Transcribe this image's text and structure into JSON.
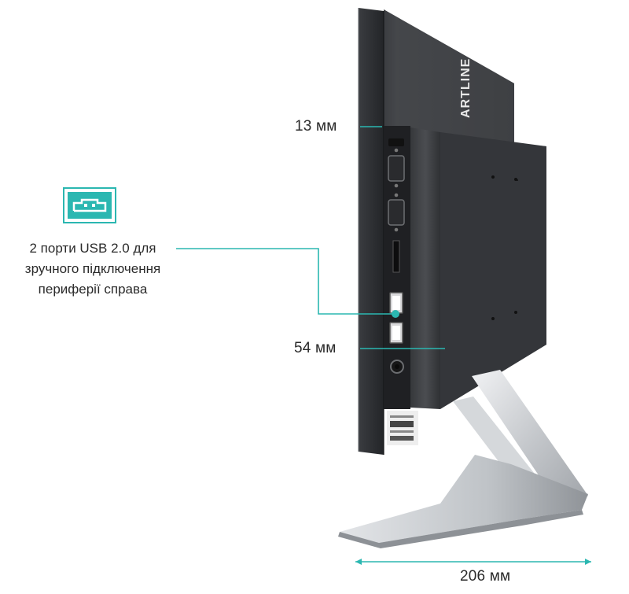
{
  "callout": {
    "lines": [
      "2 порти USB 2.0 для",
      "зручного підключення",
      "периферії справа"
    ],
    "icon": "usb-port-icon",
    "accent_color": "#2bb7b1"
  },
  "dimensions": {
    "bezel_depth": "13 мм",
    "body_depth": "54 мм",
    "stand_depth": "206 мм"
  },
  "product": {
    "logo_text": "ARTLINE"
  },
  "colors": {
    "accent": "#2bb7b1",
    "monitor_dark": "#2e3033",
    "stand_silver": "#c9ccd0"
  }
}
